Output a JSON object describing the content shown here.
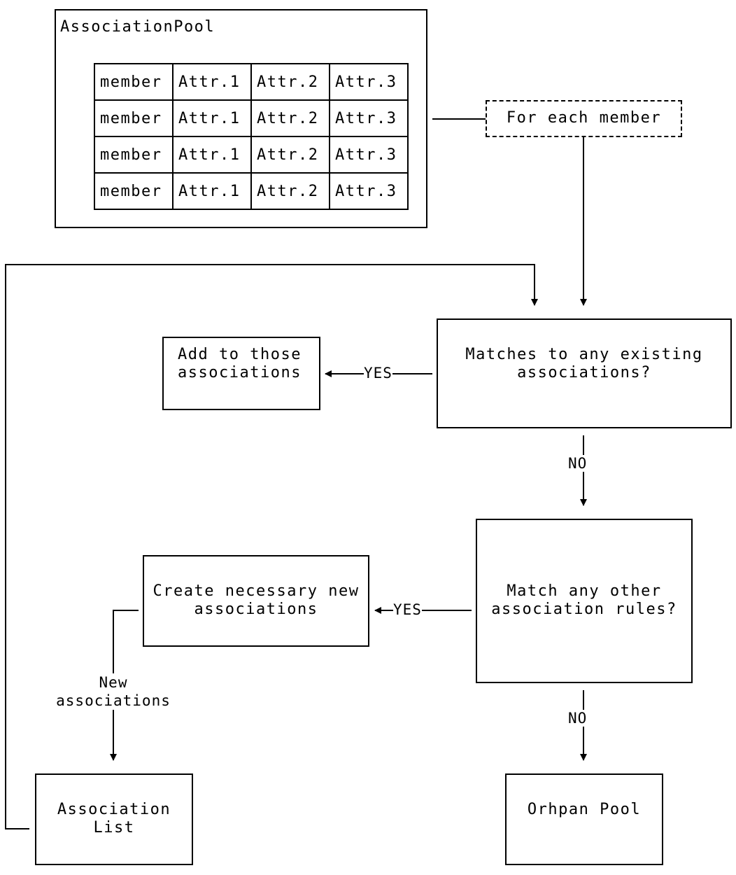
{
  "pool": {
    "title": "AssociationPool",
    "rows": [
      [
        "member",
        "Attr.1",
        "Attr.2",
        "Attr.3"
      ],
      [
        "member",
        "Attr.1",
        "Attr.2",
        "Attr.3"
      ],
      [
        "member",
        "Attr.1",
        "Attr.2",
        "Attr.3"
      ],
      [
        "member",
        "Attr.1",
        "Attr.2",
        "Attr.3"
      ]
    ]
  },
  "nodes": {
    "for_each": "For each member",
    "matches_existing": "Matches to any existing\nassociations?",
    "add_to_those": "Add to those\nassociations",
    "match_other": "Match any other\nassociation rules?",
    "create_new": "Create necessary new\nassociations",
    "association_list": "Association\nList",
    "orphan_pool": "Orhpan Pool"
  },
  "edges": {
    "yes_1": "YES",
    "no_1": "NO",
    "yes_2": "YES",
    "no_2": "NO",
    "new_associations": "New\nassociations"
  }
}
